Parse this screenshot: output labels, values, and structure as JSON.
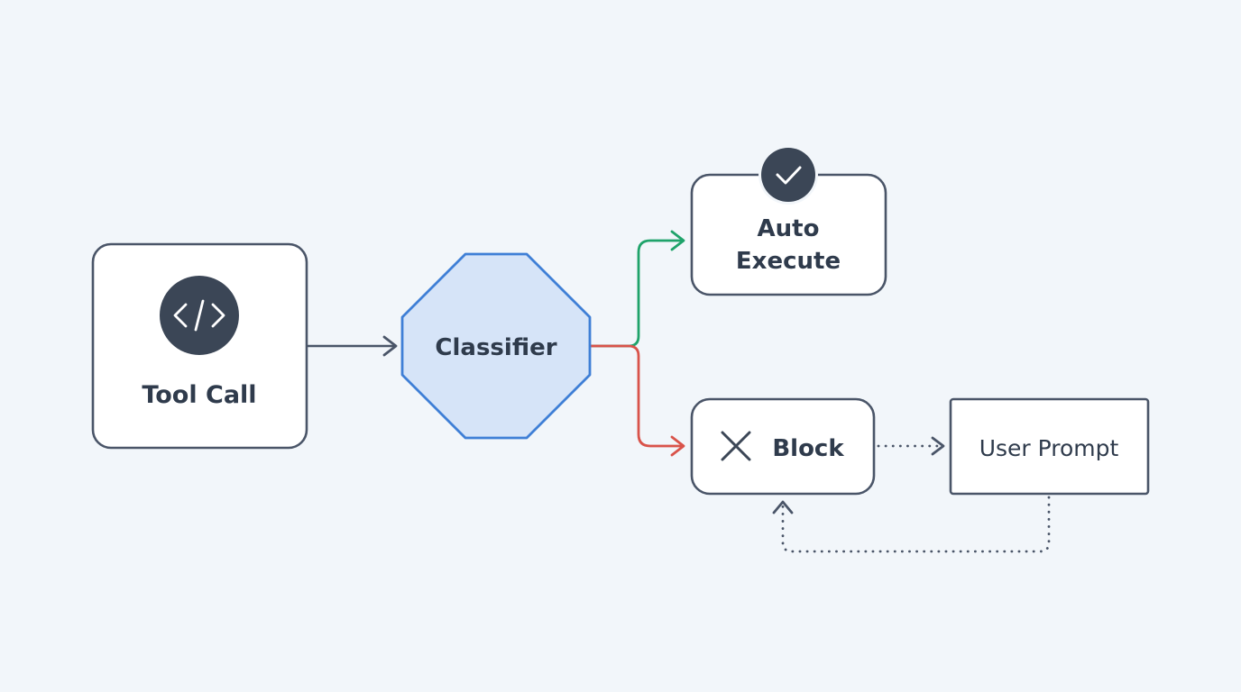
{
  "nodes": {
    "tool_call": {
      "label": "Tool Call",
      "icon": "code-icon"
    },
    "classifier": {
      "label": "Classifier"
    },
    "auto_execute": {
      "label_line1": "Auto",
      "label_line2": "Execute",
      "icon": "check-icon"
    },
    "block": {
      "label": "Block",
      "icon": "close-icon"
    },
    "user_prompt": {
      "label": "User Prompt"
    }
  },
  "colors": {
    "background": "#f2f6fa",
    "node_fill": "#ffffff",
    "node_stroke": "#4a5568",
    "text": "#2f3b4c",
    "icon_badge": "#3b4656",
    "classifier_fill": "#d6e4f8",
    "classifier_stroke": "#3f7fd6",
    "allow_edge": "#1fa36a",
    "block_edge": "#d9534a",
    "neutral_edge": "#4a5568"
  }
}
